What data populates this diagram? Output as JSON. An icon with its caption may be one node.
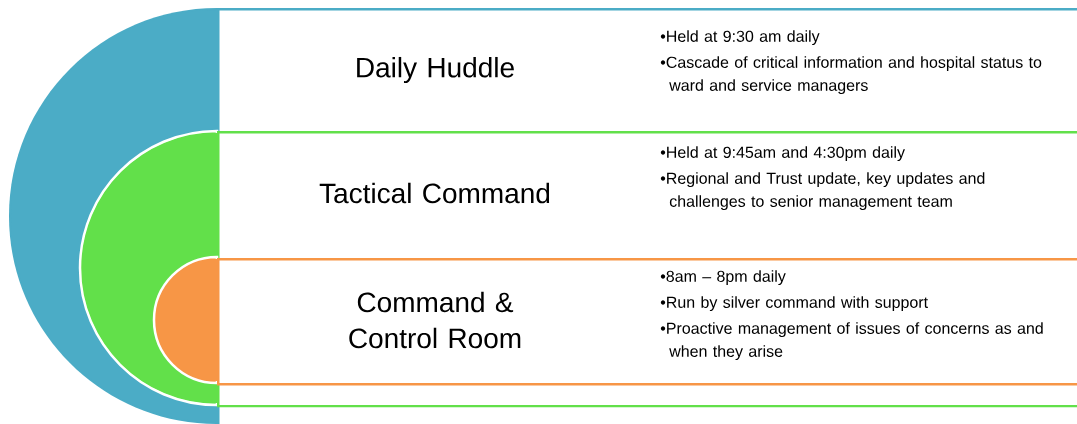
{
  "diagram": {
    "nodes": [
      {
        "text": [
          "Daily Huddle",
          "•Held at 9:30 am daily",
          "•Cascade of critical information and hospital status to ward and service managers"
        ]
      },
      {
        "text": [
          "Tactical Command",
          "•Held at 9:45am and 4:30pm daily",
          "•Regional and Trust update, key updates and challenges to senior management team"
        ],
        "in": 0
      },
      {
        "text": [
          "Command & Control Room",
          "•8am – 8pm daily",
          "•Run by silver command with support",
          "•Proactive management of issues of concerns as and when they arise"
        ],
        "in": 1
      }
    ]
  }
}
